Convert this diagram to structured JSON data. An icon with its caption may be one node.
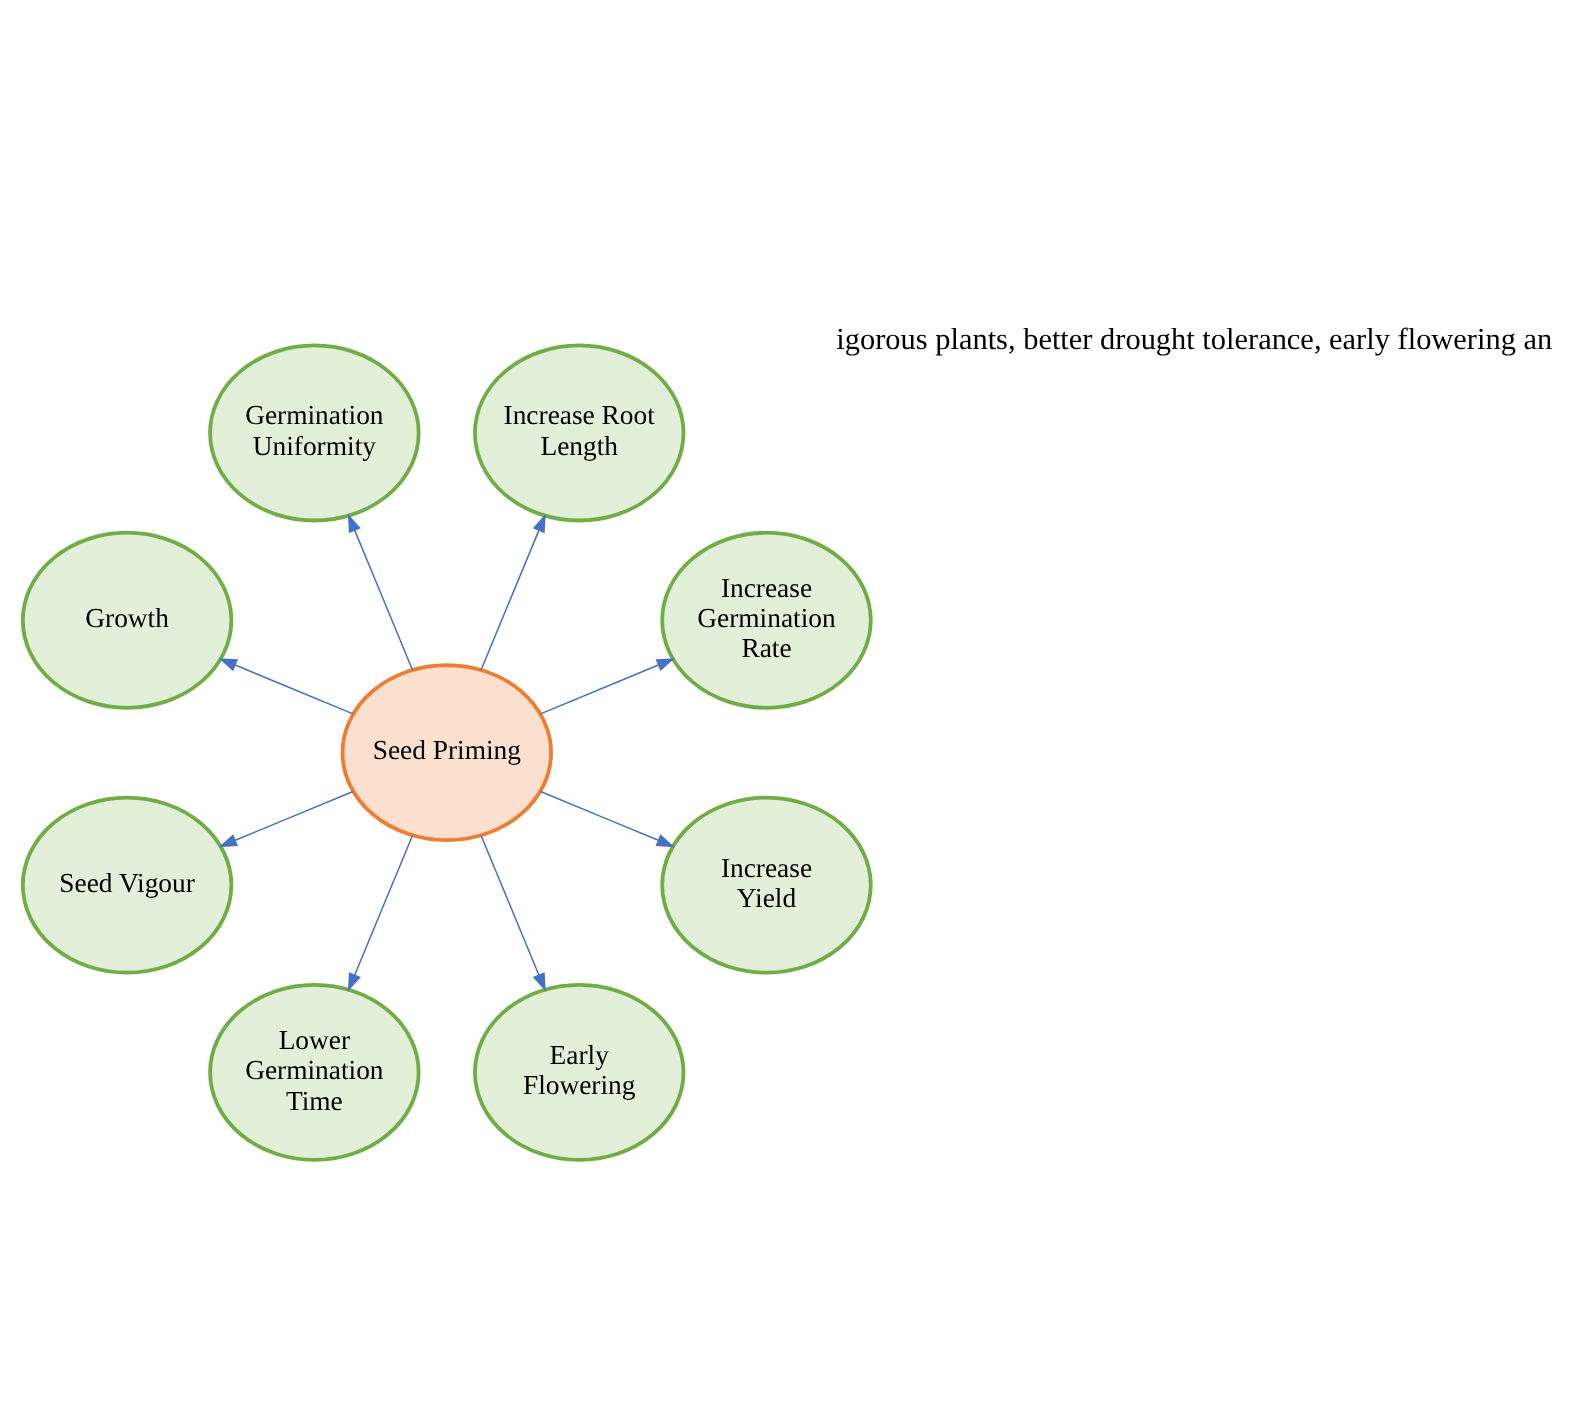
{
  "diagram": {
    "nodes": [
      {
        "text": [
          "Seed Priming"
        ]
      },
      {
        "text": [
          "Increase Germination Rate"
        ]
      },
      {
        "text": [
          "Increase Root Length"
        ]
      },
      {
        "text": [
          "Germination Uniformity"
        ]
      },
      {
        "text": [
          "Growth"
        ]
      },
      {
        "text": [
          "Seed Vigour"
        ]
      },
      {
        "text": [
          "Lower Germination Time"
        ]
      },
      {
        "text": [
          "Early Flowering"
        ]
      },
      {
        "text": [
          "Increase Yield"
        ]
      }
    ],
    "edges": [
      {
        "from": 0,
        "to": 1,
        "arrow": "to"
      },
      {
        "from": 0,
        "to": 2,
        "arrow": "to"
      },
      {
        "from": 0,
        "to": 3,
        "arrow": "to"
      },
      {
        "from": 0,
        "to": 4,
        "arrow": "to"
      },
      {
        "from": 0,
        "to": 5,
        "arrow": "to"
      },
      {
        "from": 0,
        "to": 6,
        "arrow": "to"
      },
      {
        "from": 0,
        "to": 7,
        "arrow": "to"
      },
      {
        "from": 0,
        "to": 8,
        "arrow": "to"
      }
    ],
    "labels": [
      "igorous plants, better drought tolerance, early flowering an"
    ]
  }
}
